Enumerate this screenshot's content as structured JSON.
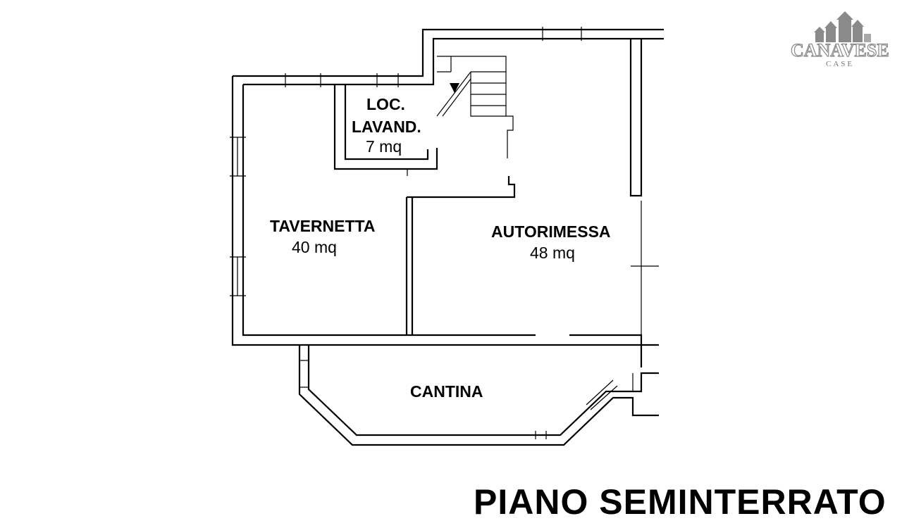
{
  "floor_title": "PIANO SEMINTERRATO",
  "logo": {
    "name": "CANAVESE",
    "sub": "CASE"
  },
  "rooms": [
    {
      "id": "lavanderia",
      "name_line1": "LOC.",
      "name_line2": "LAVAND.",
      "area": "7 mq"
    },
    {
      "id": "tavernetta",
      "name": "TAVERNETTA",
      "area": "40 mq"
    },
    {
      "id": "autorimessa",
      "name": "AUTORIMESSA",
      "area": "48 mq"
    },
    {
      "id": "cantina",
      "name": "CANTINA"
    }
  ],
  "colors": {
    "walls": "#000000",
    "background": "#ffffff",
    "logo_gray": "#8a8a8a"
  }
}
